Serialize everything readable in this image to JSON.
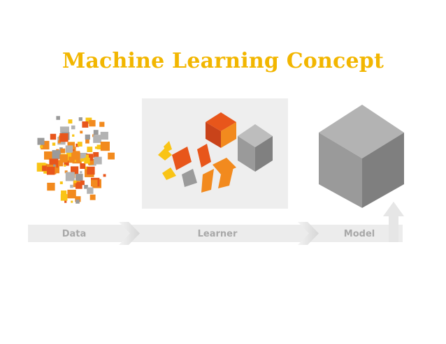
{
  "title": "Machine Learning Concept",
  "stages": [
    {
      "label": "Data"
    },
    {
      "label": "Learner"
    },
    {
      "label": "Model"
    }
  ],
  "colors": {
    "title": "#f2b600",
    "orange_dark": "#e8561b",
    "orange": "#f28a1e",
    "yellow": "#f9c416",
    "gray_light": "#b3b3b3",
    "gray": "#9a9a9a",
    "gray_dark": "#7f7f7f",
    "panel": "#eeeeee",
    "arrow_band": "#ececec"
  }
}
